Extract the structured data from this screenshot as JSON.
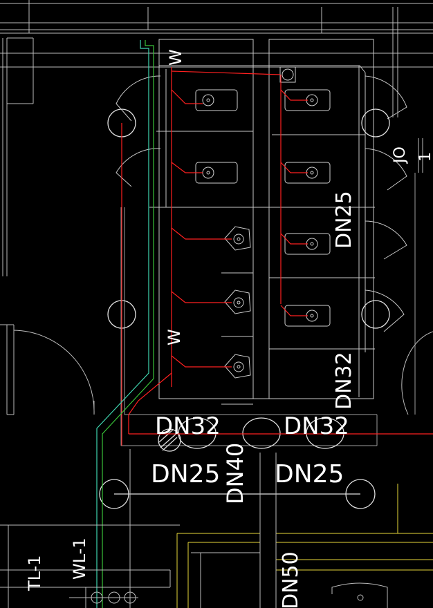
{
  "labels": {
    "w_upper": "W",
    "w_lower": "W",
    "dn25_vertical": "DN25",
    "dn32_vertical": "DN32",
    "dn32_left": "DN32",
    "dn32_right": "DN32",
    "dn25_left": "DN25",
    "dn40_vertical": "DN40",
    "dn25_right": "DN25",
    "dn50_vertical": "DN50",
    "jo_label": "JO",
    "right_edge_label": "1",
    "tl1": "TL-1",
    "wl1": "WL-1"
  },
  "colors": {
    "background": "#000000",
    "walls": "#c8c8c8",
    "water_supply": "#ff1e1e",
    "drain_cyan": "#3fd6b0",
    "green": "#38c238",
    "yellow": "#e8d83a",
    "text": "#ffffff"
  }
}
